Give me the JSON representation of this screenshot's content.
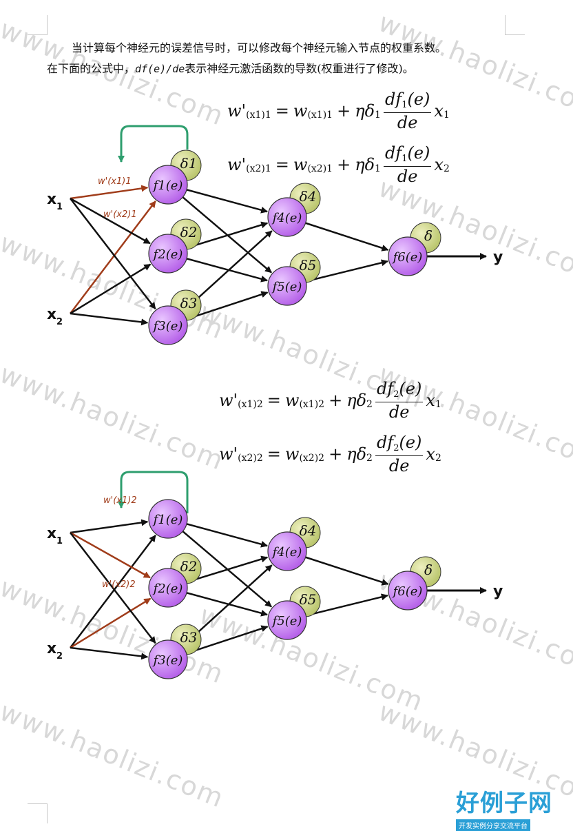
{
  "paragraph": {
    "line1": "当计算每个神经元的误差信号时，可以修改每个神经元输入节点的权重系数。",
    "line2_pre": "在下面的公式中，",
    "line2_code": "df(e)/de",
    "line2_post": "表示神经元激活函数的导数(权重进行了修改)。"
  },
  "formulas_top": [
    {
      "lhs": "w'",
      "lhs_sub": "(x1)1",
      "w": "w",
      "w_sub": "(x1)1",
      "eta_delta": "ηδ",
      "delta_sub": "1",
      "num": "df",
      "num_sub": "1",
      "num_rest": "(e)",
      "den": "de",
      "x": "x",
      "x_sub": "1"
    },
    {
      "lhs": "w'",
      "lhs_sub": "(x2)1",
      "w": "w",
      "w_sub": "(x2)1",
      "eta_delta": "ηδ",
      "delta_sub": "1",
      "num": "df",
      "num_sub": "1",
      "num_rest": "(e)",
      "den": "de",
      "x": "x",
      "x_sub": "2"
    }
  ],
  "formulas_bottom": [
    {
      "lhs": "w'",
      "lhs_sub": "(x1)2",
      "w": "w",
      "w_sub": "(x1)2",
      "eta_delta": "ηδ",
      "delta_sub": "2",
      "num": "df",
      "num_sub": "2",
      "num_rest": "(e)",
      "den": "de",
      "x": "x",
      "x_sub": "1"
    },
    {
      "lhs": "w'",
      "lhs_sub": "(x2)2",
      "w": "w",
      "w_sub": "(x2)2",
      "eta_delta": "ηδ",
      "delta_sub": "2",
      "num": "df",
      "num_sub": "2",
      "num_rest": "(e)",
      "den": "de",
      "x": "x",
      "x_sub": "2"
    }
  ],
  "network_top": {
    "inputs": [
      "x",
      "x"
    ],
    "input_subs": [
      "1",
      "2"
    ],
    "output": "y",
    "neurons": [
      "f1(e)",
      "f2(e)",
      "f3(e)",
      "f4(e)",
      "f5(e)",
      "f6(e)"
    ],
    "deltas": [
      "δ1",
      "δ2",
      "δ3",
      "δ4",
      "δ5",
      "δ"
    ],
    "weight_labels": [
      "w'(x1)1",
      "w'(x2)1"
    ]
  },
  "network_bottom": {
    "inputs": [
      "x",
      "x"
    ],
    "input_subs": [
      "1",
      "2"
    ],
    "output": "y",
    "neurons": [
      "f1(e)",
      "f2(e)",
      "f3(e)",
      "f4(e)",
      "f5(e)",
      "f6(e)"
    ],
    "deltas": [
      "δ2",
      "δ3",
      "δ4",
      "δ5",
      "δ"
    ],
    "weight_labels": [
      "w'(x1)2",
      "w'(x2)2"
    ]
  },
  "logo": {
    "main": "好例子网",
    "sub": "开发实例分享交流平台"
  },
  "watermark": "www.haolizi.com",
  "colors": {
    "neuron": "#b45ee8",
    "delta": "#b8c46a",
    "weight_arrow": "#a03c1a",
    "feedback_arrow": "#2e9e6e",
    "logo": "#2a9fd6"
  }
}
